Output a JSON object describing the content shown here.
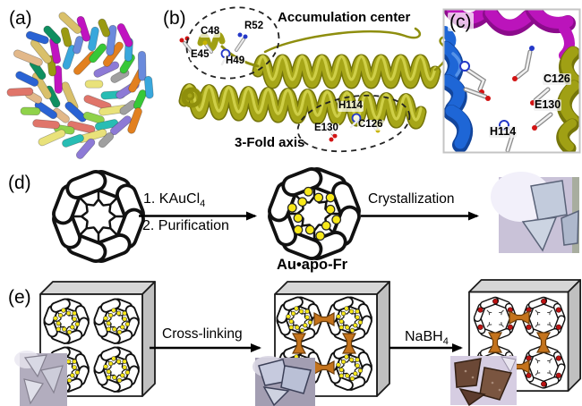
{
  "figure": {
    "panel_a_label": "(a)",
    "panel_b_label": "(b)",
    "panel_c_label": "(c)",
    "panel_d_label": "(d)",
    "panel_e_label": "(e)"
  },
  "panel_b": {
    "title": "Accumulation center",
    "axis_label": "3-Fold axis",
    "residues": {
      "c48": "C48",
      "r52": "R52",
      "e45": "E45",
      "h49": "H49",
      "h114": "H114",
      "e130": "E130",
      "c126": "C126"
    }
  },
  "panel_c": {
    "residues": {
      "c126": "C126",
      "e130": "E130",
      "h114": "H114"
    }
  },
  "panel_d": {
    "step1_base": "1. KAuCl",
    "step1_sub": "4",
    "step2": "2. Purification",
    "product_label": "Au•apo-Fr",
    "arrow2_label": "Crystallization"
  },
  "panel_e": {
    "arrow1_label": "Cross-linking",
    "arrow2_base": "NaBH",
    "arrow2_sub": "4"
  },
  "colors": {
    "helix_olive": "#a6a618",
    "helix_olive_dark": "#74740a",
    "helix_magenta": "#bb14bb",
    "helix_blue": "#1e66d6",
    "gold_ion_yellow": "#f7e81a",
    "gold_nanoparticle_red": "#bc1212",
    "crosslinker_orange": "#c4731c",
    "box_top_gray": "#d6d6d6",
    "box_side_gray": "#c0c0c0",
    "protein_palette": [
      "#e9e27a",
      "#d9c06a",
      "#e2801f",
      "#e0756a",
      "#c013c0",
      "#8d7ad6",
      "#2a63d4",
      "#39a7dc",
      "#28bdb4",
      "#0f8f60",
      "#37c837",
      "#8fd24a",
      "#9a9a12",
      "#a0a0a0",
      "#e2b88a",
      "#6a8adc"
    ]
  }
}
